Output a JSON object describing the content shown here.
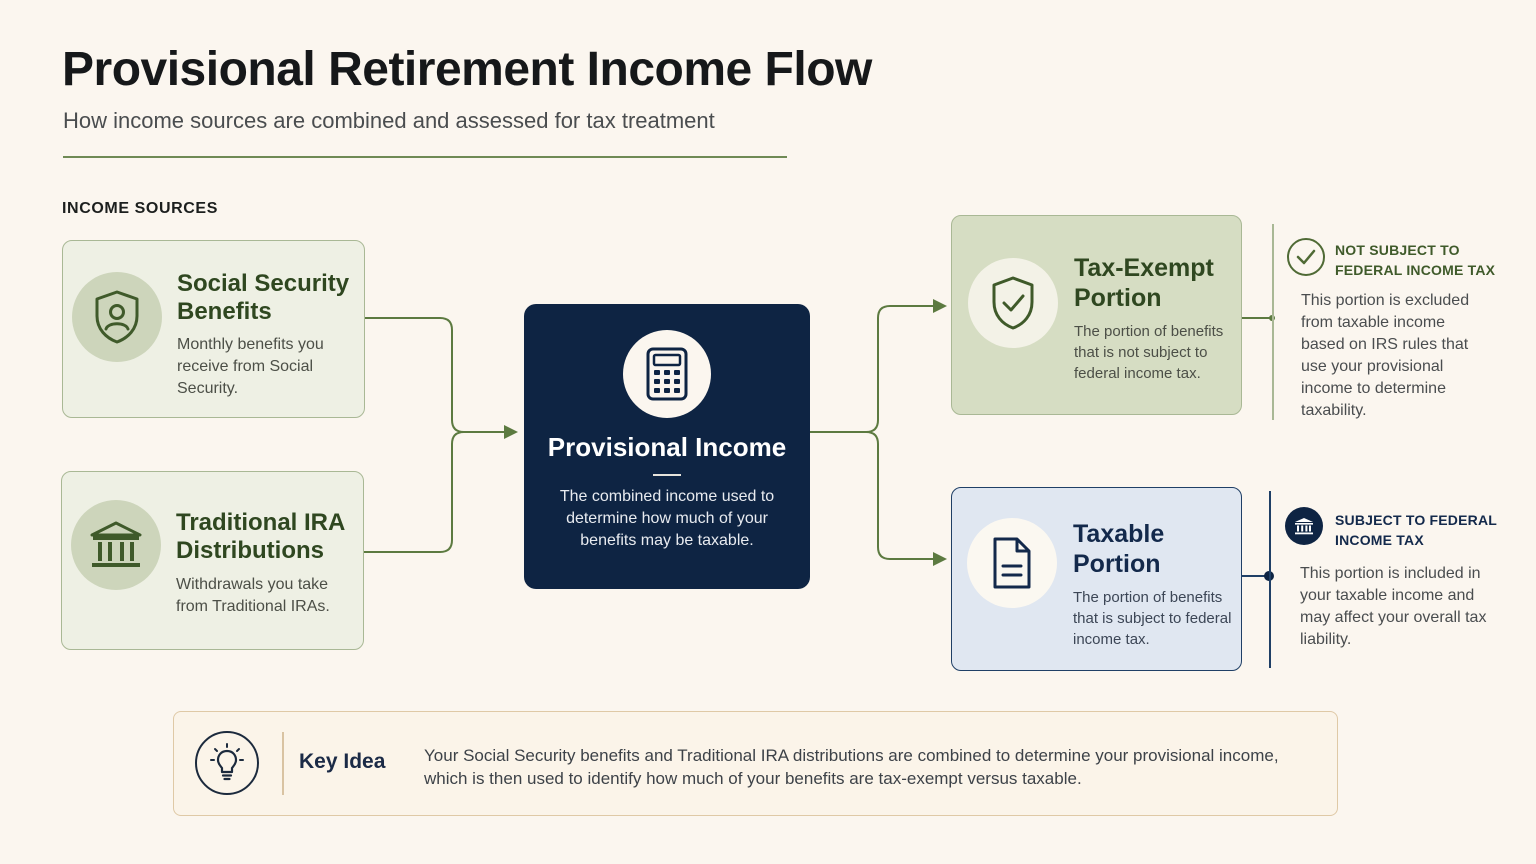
{
  "header": {
    "title": "Provisional Retirement Income Flow",
    "subtitle": "How income sources are combined and assessed for tax treatment"
  },
  "sources": {
    "label": "INCOME SOURCES",
    "items": [
      {
        "title": "Social Security Benefits",
        "description": "Monthly benefits you receive from Social Security.",
        "icon": "shield-person-icon"
      },
      {
        "title": "Traditional IRA Distributions",
        "description": "Withdrawals you take from Traditional IRAs.",
        "icon": "bank-icon"
      }
    ]
  },
  "center": {
    "title": "Provisional Income",
    "description": "The combined income used to determine how much of your benefits may be taxable.",
    "icon": "calculator-icon"
  },
  "outputs": [
    {
      "title": "Tax-Exempt Portion",
      "description": "The portion of benefits that is not subject to federal income tax.",
      "icon": "shield-check-icon",
      "color": "#d6ddc3"
    },
    {
      "title": "Taxable Portion",
      "description": "The portion of benefits that is subject to federal income tax.",
      "icon": "document-icon",
      "color": "#e0e7f1"
    }
  ],
  "notes": [
    {
      "title": "NOT SUBJECT TO FEDERAL INCOME TAX",
      "text": "This portion is excluded from taxable income based on IRS rules that use your provisional income to determine taxability.",
      "icon": "check-circle-icon"
    },
    {
      "title": "SUBJECT TO FEDERAL INCOME TAX",
      "text": "This portion is included in your taxable income and may affect your overall tax liability.",
      "icon": "bank-badge-icon"
    }
  ],
  "key_idea": {
    "label": "Key Idea",
    "text": "Your Social Security benefits and Traditional IRA distributions are combined to determine your provisional income, which is then used to identify how much of your benefits are tax-exempt versus taxable.",
    "icon": "lightbulb-icon"
  },
  "colors": {
    "background": "#fbf6ef",
    "navy": "#0e2443",
    "sage": "#6f8a55",
    "source_fill": "#eef0e4"
  }
}
